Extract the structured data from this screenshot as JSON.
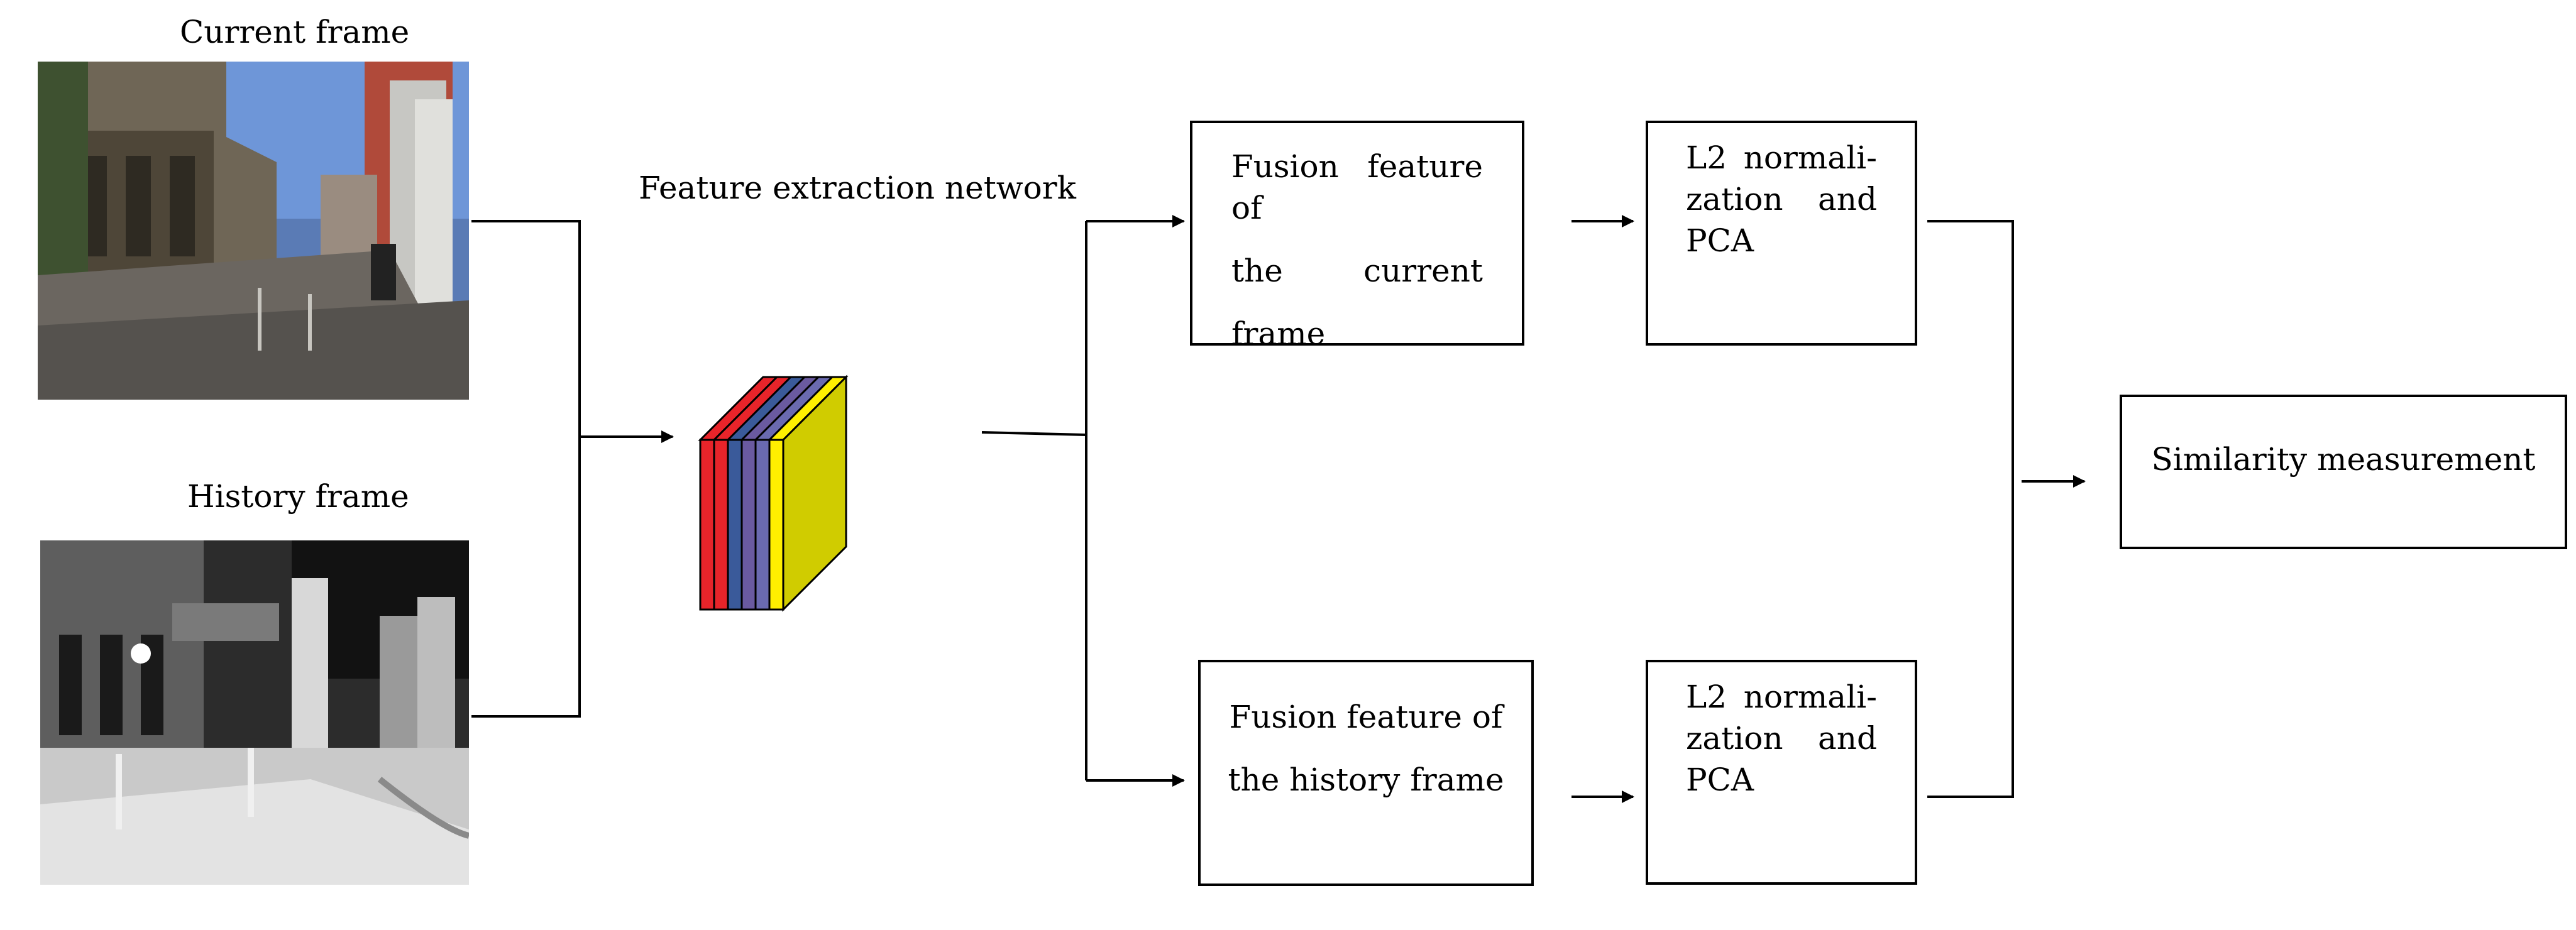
{
  "labels": {
    "current_frame": "Current frame",
    "history_frame": "History frame",
    "network": "Feature extraction network"
  },
  "boxes": {
    "fusion_current": [
      "Fusion feature of",
      "the current",
      "frame"
    ],
    "l2_pca_top": [
      "L2 normali-",
      "zation and",
      "PCA"
    ],
    "fusion_history": [
      "Fusion feature of",
      "the history frame"
    ],
    "l2_pca_bottom": [
      "L2 normali-",
      "zation and",
      "PCA"
    ],
    "similarity": "Similarity measurement"
  },
  "feature_layers": [
    "#e8242a",
    "#e8242a",
    "#3a5a9a",
    "#6a5aa0",
    "#6a6ab0",
    "#ffef00"
  ],
  "feature_front_color": "#d0cc00",
  "line_color": "#000000"
}
